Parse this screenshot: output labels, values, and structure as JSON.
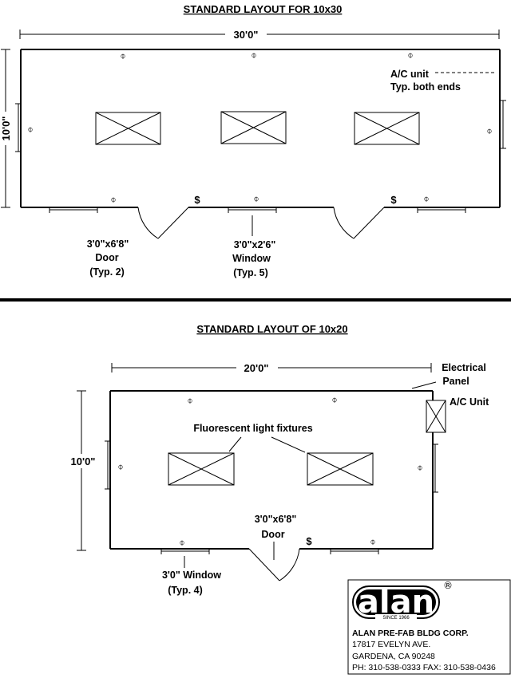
{
  "top": {
    "title": "STANDARD LAYOUT FOR 10x30",
    "length_dim": "30'0\"",
    "width_dim": "10'0\"",
    "ac_label_1": "A/C unit",
    "ac_label_2": "Typ. both ends",
    "door_1": "3'0\"x6'8\"",
    "door_2": "Door",
    "door_3": "(Typ. 2)",
    "window_1": "3'0\"x2'6\"",
    "window_2": "Window",
    "window_3": "(Typ. 5)"
  },
  "bottom": {
    "title": "STANDARD LAYOUT OF 10x20",
    "length_dim": "20'0\"",
    "width_dim": "10'0\"",
    "panel_1": "Electrical",
    "panel_2": "Panel",
    "ac_label": "A/C Unit",
    "lights_label": "Fluorescent light fixtures",
    "door_1": "3'0\"x6'8\"",
    "door_2": "Door",
    "window_1": "3'0\" Window",
    "window_2": "(Typ. 4)"
  },
  "symbols": {
    "outlet": "⌽",
    "switch": "$"
  },
  "company": {
    "logo": "alan",
    "logo_mark": "®",
    "since": "SINCE 1966",
    "name": "ALAN PRE-FAB BLDG CORP.",
    "address_1": "17817 EVELYN AVE.",
    "address_2": "GARDENA, CA 90248",
    "contact": "PH: 310-538-0333  FAX: 310-538-0436"
  }
}
